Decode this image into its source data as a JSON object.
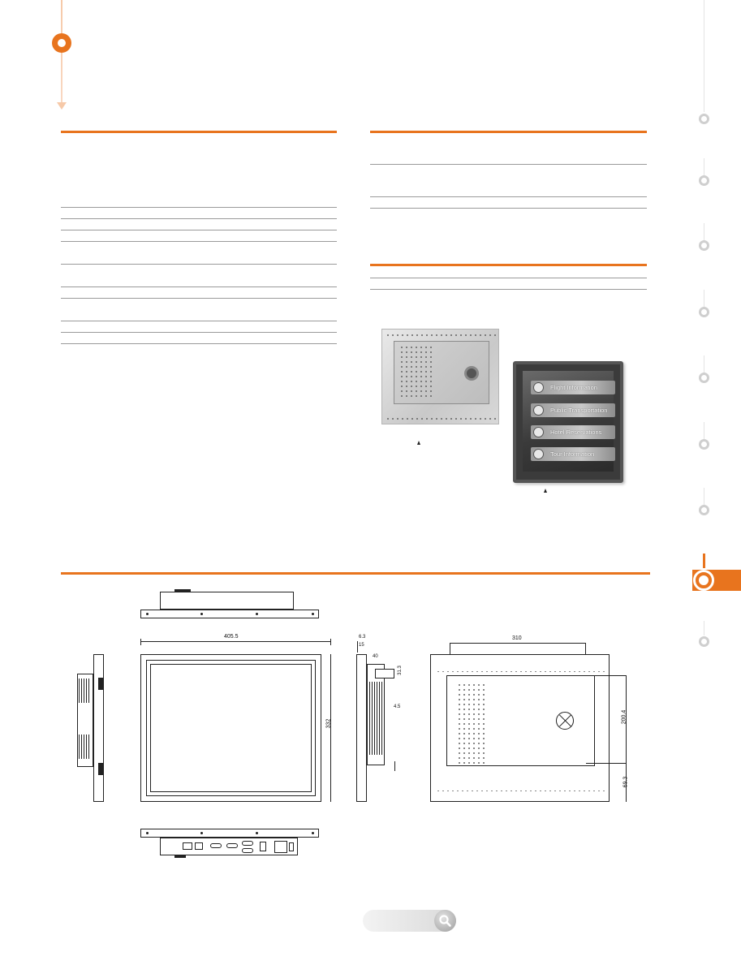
{
  "gallery": {
    "front_screen_items": [
      {
        "label": "Flight Information",
        "icon": "airplane-icon"
      },
      {
        "label": "Public Transportation",
        "icon": "bus-icon"
      },
      {
        "label": "Hotel Reservations",
        "icon": "hotel-icon"
      },
      {
        "label": "Tour Information",
        "icon": "compass-icon"
      }
    ]
  },
  "drawings": {
    "front_width": "405.5",
    "front_height": "332",
    "side_d1": "6.3",
    "side_d2": "15",
    "side_d3": "40",
    "side_d4": "31.3",
    "side_d5": "4.5",
    "back_width": "310",
    "back_height": "200.4",
    "back_offset": "69.3"
  },
  "colors": {
    "accent": "#e8741e",
    "nav_inactive": "#cfcfcf"
  }
}
